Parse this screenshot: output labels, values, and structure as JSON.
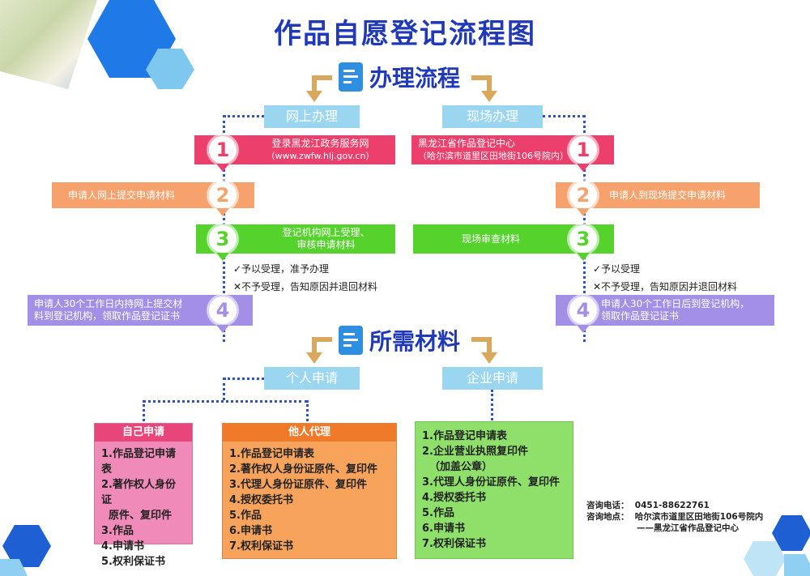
{
  "title": "作品自愿登记流程图",
  "process_head": "办理流程",
  "materials_head": "所需材料",
  "online": {
    "tab": "网上办理",
    "step1_line1": "登录黑龙江政务服务网",
    "step1_line2": "（www.zwfw.hlj.gov.cn）",
    "step2": "申请人网上提交申请材料",
    "step3_line1": "登记机构网上受理、",
    "step3_line2": "审核申请材料",
    "check_yes": "✓予以受理，准予办理",
    "check_no": "✕不予受理，告知原因并退回材料",
    "step4_line1": "申请人30个工作日内持网上提交材",
    "step4_line2": "料到登记机构，领取作品登记证书"
  },
  "onsite": {
    "tab": "现场办理",
    "step1_line1": "黑龙江省作品登记中心",
    "step1_line2": "（哈尔滨市道里区田地街106号院内）",
    "step2": "申请人到现场提交申请材料",
    "step3": "现场审查材料",
    "check_yes": "✓予以受理",
    "check_no": "✕不予受理，告知原因并退回材料",
    "step4_line1": "申请人30个工作日后到登记机构，",
    "step4_line2": "领取作品登记证书"
  },
  "numbers": [
    "1",
    "2",
    "3",
    "4"
  ],
  "personal_tab": "个人申请",
  "company_tab": "企业申请",
  "self_apply": {
    "head": "自己申请",
    "items": [
      "1.作品登记申请表",
      "2.著作权人身份证",
      "  原件、复印件",
      "3.作品",
      "4.申请书",
      "5.权利保证书"
    ]
  },
  "agent_apply": {
    "head": "他人代理",
    "items": [
      "1.作品登记申请表",
      "2.著作权人身份证原件、复印件",
      "3.代理人身份证原件、复印件",
      "4.授权委托书",
      "5.作品",
      "6.申请书",
      "7.权利保证书"
    ]
  },
  "company_apply": {
    "items": [
      "1.作品登记申请表",
      "2.企业营业执照复印件",
      "  （加盖公章）",
      "3.代理人身份证原件、复印件",
      "4.授权委托书",
      "5.作品",
      "6.申请书",
      "7.权利保证书"
    ]
  },
  "contact": {
    "phone": "咨询电话：  0451-88622761",
    "address": "咨询地点：  哈尔滨市道里区田地街106号院内",
    "org": "——黑龙江省作品登记中心"
  },
  "colors": {
    "title": "#1f39b8",
    "step1": "#ec3f6b",
    "step2": "#f7a26c",
    "step3": "#56d22d",
    "step4": "#a48fe6",
    "tab": "#9ad6ef",
    "self": "#f08ab8",
    "agent": "#f7a35c",
    "company": "#8ee06a"
  }
}
